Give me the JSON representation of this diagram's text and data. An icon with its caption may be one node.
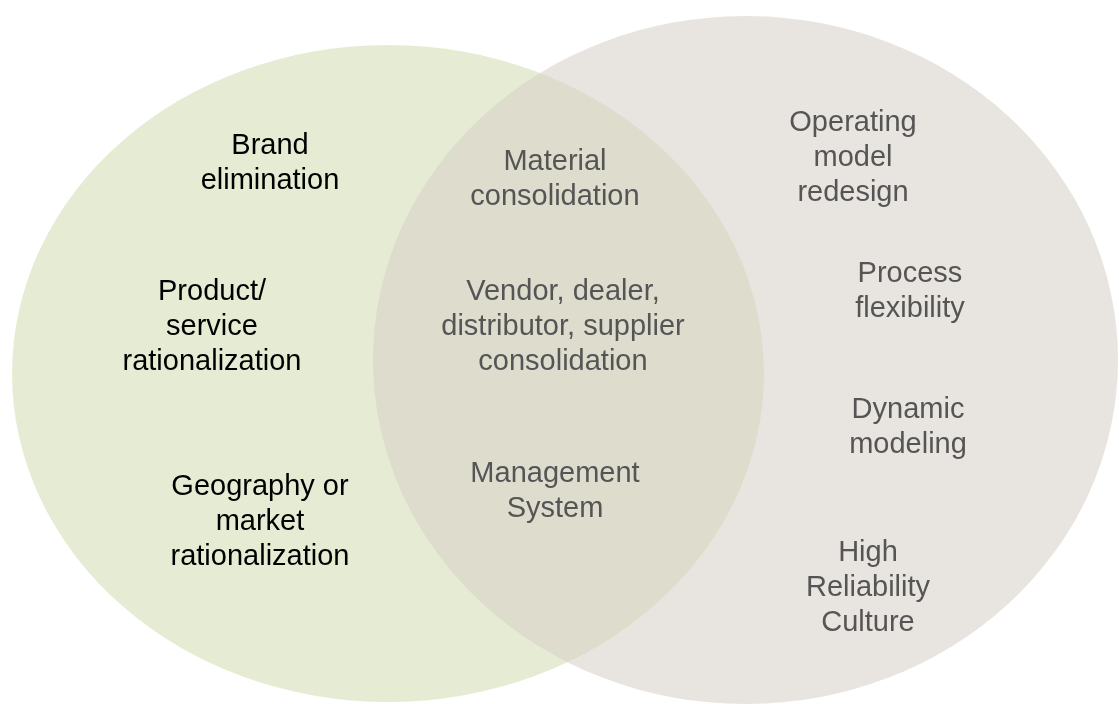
{
  "diagram": {
    "nodes": [
      {
        "text": [
          "Brand elimination",
          "Product/ service rationalization",
          "Geography or market rationalization"
        ]
      },
      {
        "text": [
          "Operating model redesign",
          "Process flexibility",
          "Dynamic modeling",
          "High Reliability Culture"
        ]
      }
    ],
    "labels": [
      "Material consolidation",
      "Vendor, dealer, distributor, supplier consolidation",
      "Management System"
    ]
  }
}
